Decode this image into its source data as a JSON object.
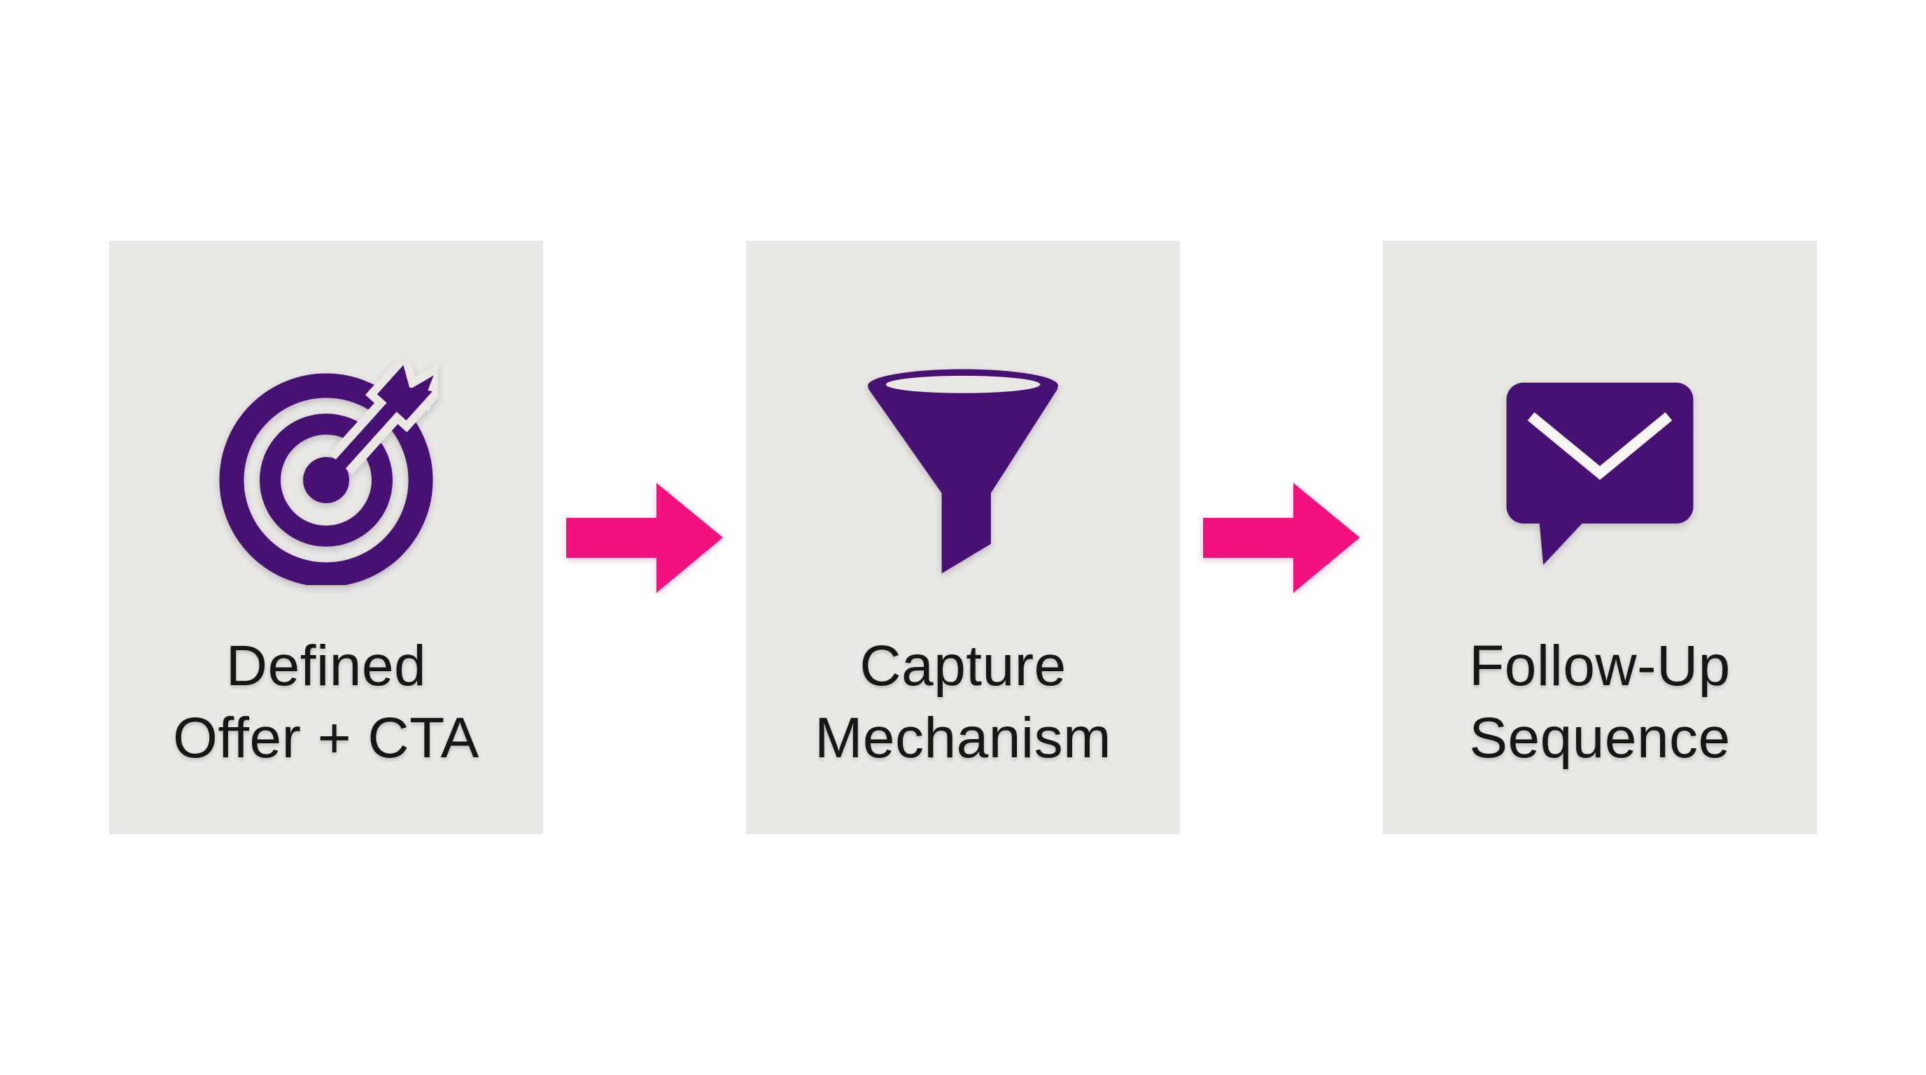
{
  "colors": {
    "page_bg": "#ffffff",
    "box_bg": "#e9e8e5",
    "icon_purple": "#471173",
    "arrow_pink": "#f2117f",
    "text": "#161616",
    "chevron_white": "#f8f7f5"
  },
  "steps": [
    {
      "icon": "target-bullseye-icon",
      "label_lines": [
        "Defined",
        "Offer + CTA"
      ]
    },
    {
      "icon": "funnel-icon",
      "label_lines": [
        "Capture",
        "Mechanism"
      ]
    },
    {
      "icon": "message-envelope-icon",
      "label_lines": [
        "Follow-Up",
        "Sequence"
      ]
    }
  ],
  "arrows": [
    {
      "direction": "right"
    },
    {
      "direction": "right"
    }
  ]
}
